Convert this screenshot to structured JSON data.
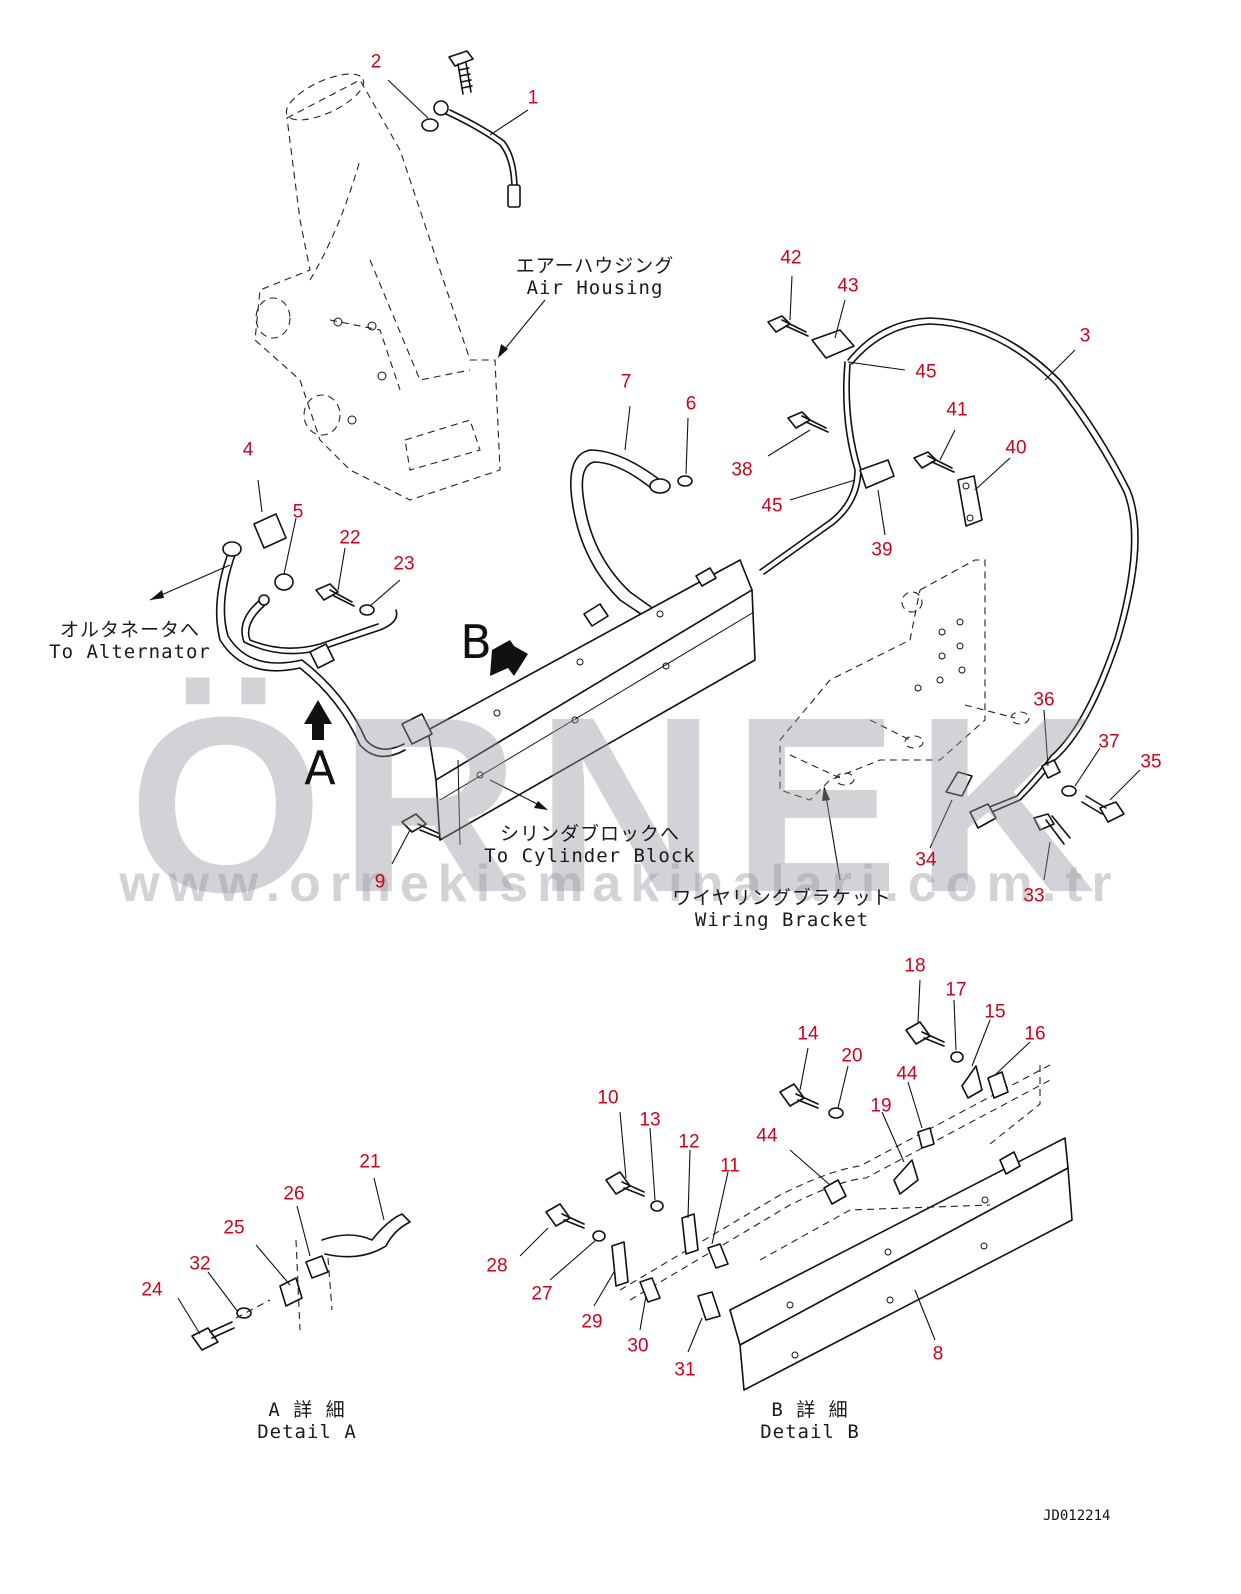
{
  "watermark": {
    "brand": "ÖRNEK",
    "url": "www.ornekismakinalari.com.tr"
  },
  "doc_code": "JD012214",
  "view_letters": {
    "a": "A",
    "b": "B"
  },
  "labels": {
    "air_housing_jp": "エアーハウジング",
    "air_housing_en": "Air Housing",
    "to_alternator_jp": "オルタネータへ",
    "to_alternator_en": "To Alternator",
    "to_cylinder_jp": "シリンダブロックへ",
    "to_cylinder_en": "To Cylinder Block",
    "wiring_bracket_jp": "ワイヤリングブラケット",
    "wiring_bracket_en": "Wiring Bracket",
    "detail_a_jp": "A 詳 細",
    "detail_a_en": "Detail A",
    "detail_b_jp": "B 詳 細",
    "detail_b_en": "Detail B"
  },
  "callouts": [
    "1",
    "2",
    "3",
    "4",
    "5",
    "6",
    "7",
    "8",
    "9",
    "10",
    "11",
    "12",
    "13",
    "14",
    "15",
    "16",
    "17",
    "18",
    "19",
    "20",
    "21",
    "22",
    "23",
    "24",
    "25",
    "26",
    "27",
    "28",
    "29",
    "30",
    "31",
    "32",
    "33",
    "34",
    "35",
    "36",
    "37",
    "38",
    "39",
    "40",
    "41",
    "42",
    "43",
    "44",
    "44",
    "45",
    "45"
  ]
}
